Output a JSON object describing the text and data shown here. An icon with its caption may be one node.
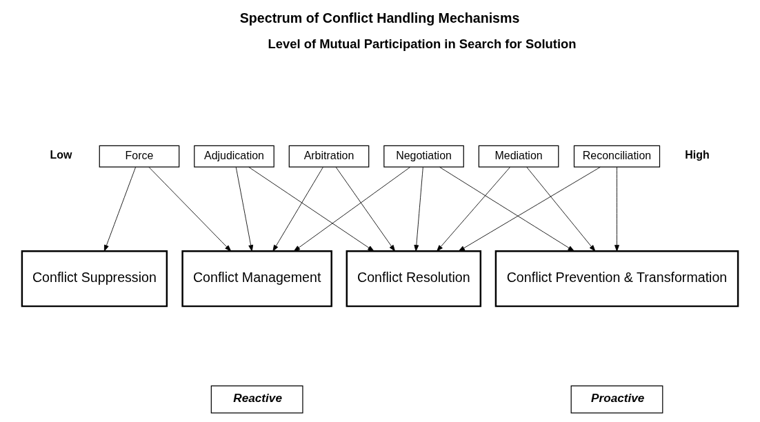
{
  "diagram": {
    "title": "Spectrum of Conflict Handling Mechanisms",
    "nodes": [
      {
        "text": [
          "Force"
        ]
      },
      {
        "text": [
          "Adjudication"
        ]
      },
      {
        "text": [
          "Arbitration"
        ]
      },
      {
        "text": [
          "Negotiation"
        ]
      },
      {
        "text": [
          "Mediation"
        ]
      },
      {
        "text": [
          "Reconciliation"
        ]
      },
      {
        "text": [
          "Conflict Suppression"
        ]
      },
      {
        "text": [
          "Conflict Management"
        ]
      },
      {
        "text": [
          "Conflict Resolution"
        ]
      },
      {
        "text": [
          "Conflict Prevention & Transformation"
        ]
      },
      {
        "text": [
          "Reactive"
        ]
      },
      {
        "text": [
          "Proactive"
        ]
      }
    ],
    "edges": [
      {
        "from": 0,
        "to": 6,
        "arrow": "to"
      },
      {
        "from": 0,
        "to": 7,
        "arrow": "to"
      },
      {
        "from": 1,
        "to": 7,
        "arrow": "to"
      },
      {
        "from": 1,
        "to": 8,
        "arrow": "to"
      },
      {
        "from": 2,
        "to": 7,
        "arrow": "to"
      },
      {
        "from": 2,
        "to": 8,
        "arrow": "to"
      },
      {
        "from": 3,
        "to": 7,
        "arrow": "to"
      },
      {
        "from": 3,
        "to": 8,
        "arrow": "to"
      },
      {
        "from": 3,
        "to": 9,
        "arrow": "to"
      },
      {
        "from": 4,
        "to": 8,
        "arrow": "to"
      },
      {
        "from": 4,
        "to": 9,
        "arrow": "to"
      },
      {
        "from": 5,
        "to": 8,
        "arrow": "to"
      },
      {
        "from": 5,
        "to": 9,
        "arrow": "to"
      }
    ],
    "labels": [
      "Level of Mutual Participation in Search for Solution",
      "Low",
      "High"
    ]
  }
}
